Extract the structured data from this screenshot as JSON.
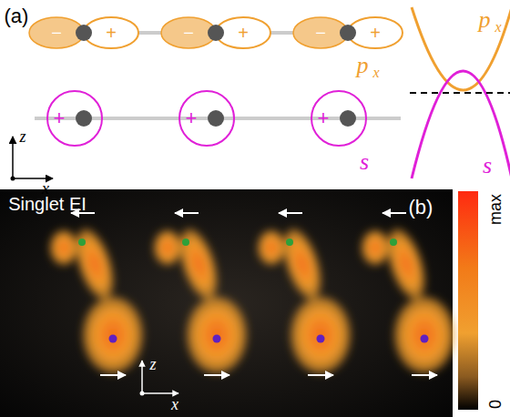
{
  "diagram": {
    "labels": [
      "(a)",
      "−",
      "+",
      "−",
      "+",
      "−",
      "+",
      "p",
      "x",
      "+",
      "+",
      "+",
      "s",
      "z",
      "x",
      "p",
      "x",
      "s",
      "Singlet EI",
      "(b)",
      "max",
      "0",
      "z",
      "x"
    ]
  }
}
